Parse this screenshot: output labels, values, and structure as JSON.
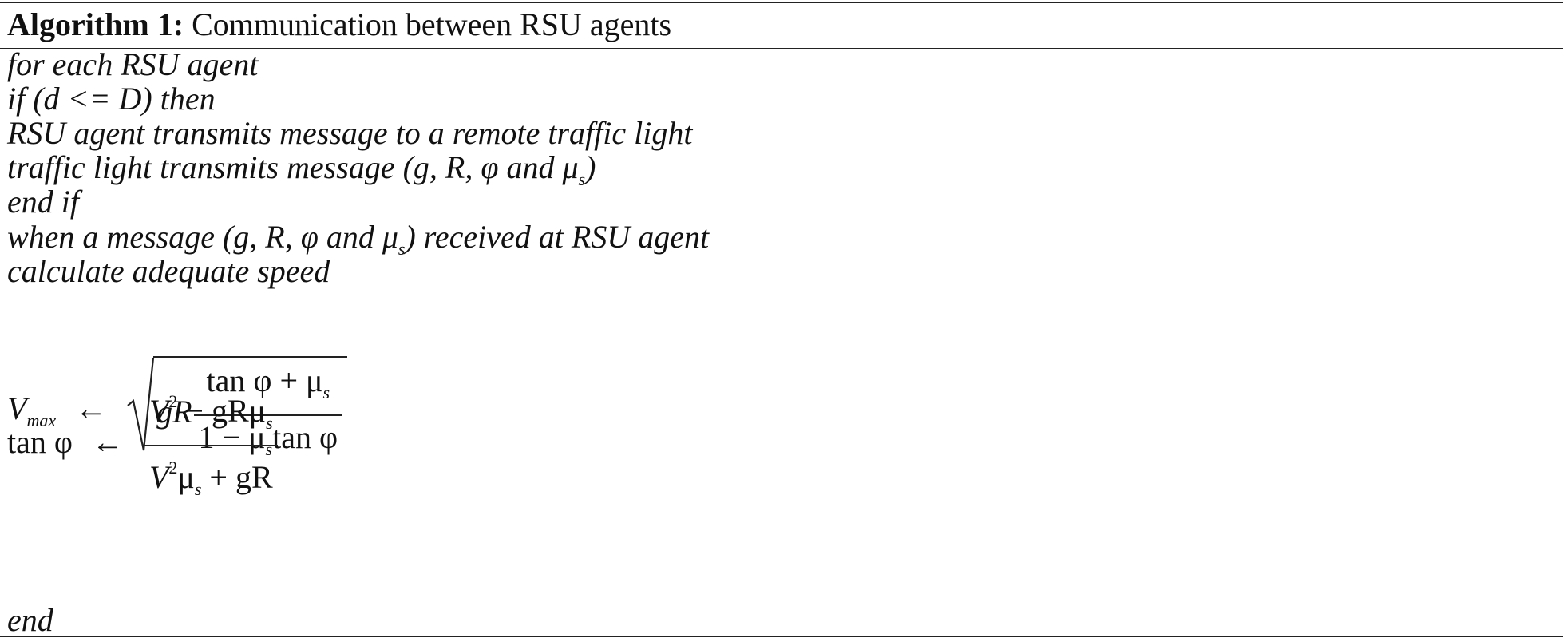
{
  "algorithm": {
    "label": "Algorithm 1:",
    "title": "Communication between RSU agents"
  },
  "lines": [
    "for each RSU agent",
    "if (d <= D) then",
    "RSU agent transmits message to a remote traffic light",
    "traffic light transmits message (g, R, φ and μ",
    "end if",
    "when a message (g, R, φ and μ",
    "calculate adequate speed"
  ],
  "line_parts": {
    "l4_tail": ")",
    "l6_tail": ") received at RSU agent",
    "sub_s": "s"
  },
  "eq1": {
    "lhs": "V",
    "lhs_sub": "max",
    "arrow": "←",
    "gR": "gR",
    "num": "tan φ + μ",
    "num_sub": "s",
    "den_a": "1 − μ",
    "den_sub": "s",
    "den_b": "tan φ"
  },
  "eq2": {
    "lhs": "tan φ",
    "arrow": "←",
    "num_a": "V",
    "num_sup": "2",
    "num_b": " − gRμ",
    "num_sub": "s",
    "den_a": "V",
    "den_sup": "2",
    "den_b": "μ",
    "den_sub": "s",
    "den_c": " + gR"
  },
  "end_line": "end"
}
